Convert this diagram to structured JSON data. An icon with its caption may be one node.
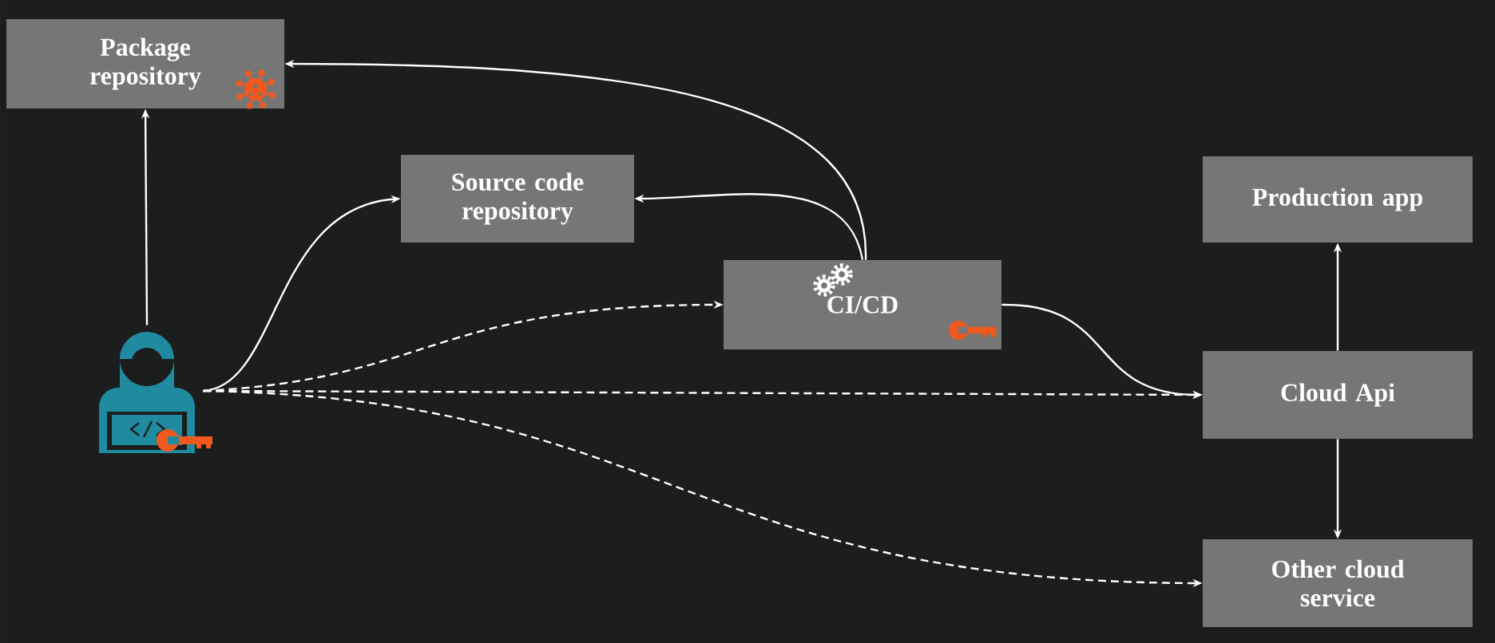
{
  "diagram": {
    "nodes": [
      {
        "text": [
          "Package repository"
        ]
      },
      {
        "text": [
          "Source code repository"
        ]
      },
      {
        "text": [
          "CI/CD"
        ]
      },
      {
        "text": [
          "Production app"
        ]
      },
      {
        "text": [
          "Cloud Api"
        ]
      },
      {
        "text": [
          "Other cloud service"
        ]
      },
      {
        "text": [],
        "shape": "person"
      }
    ],
    "edges": [
      {
        "from": 6,
        "to": 0,
        "arrow": "to"
      },
      {
        "from": 6,
        "to": 1,
        "arrow": "to"
      },
      {
        "from": 6,
        "to": 2,
        "arrow": "to",
        "style": "dashed"
      },
      {
        "from": 6,
        "to": 4,
        "arrow": "to",
        "style": "dashed"
      },
      {
        "from": 6,
        "to": 5,
        "arrow": "to",
        "style": "dashed"
      },
      {
        "from": 2,
        "to": 1,
        "arrow": "to"
      },
      {
        "from": 2,
        "to": 0,
        "arrow": "to"
      },
      {
        "from": 2,
        "to": 4,
        "arrow": "to"
      },
      {
        "from": 4,
        "to": 3,
        "arrow": "to"
      },
      {
        "from": 4,
        "to": 5,
        "arrow": "to"
      }
    ]
  }
}
